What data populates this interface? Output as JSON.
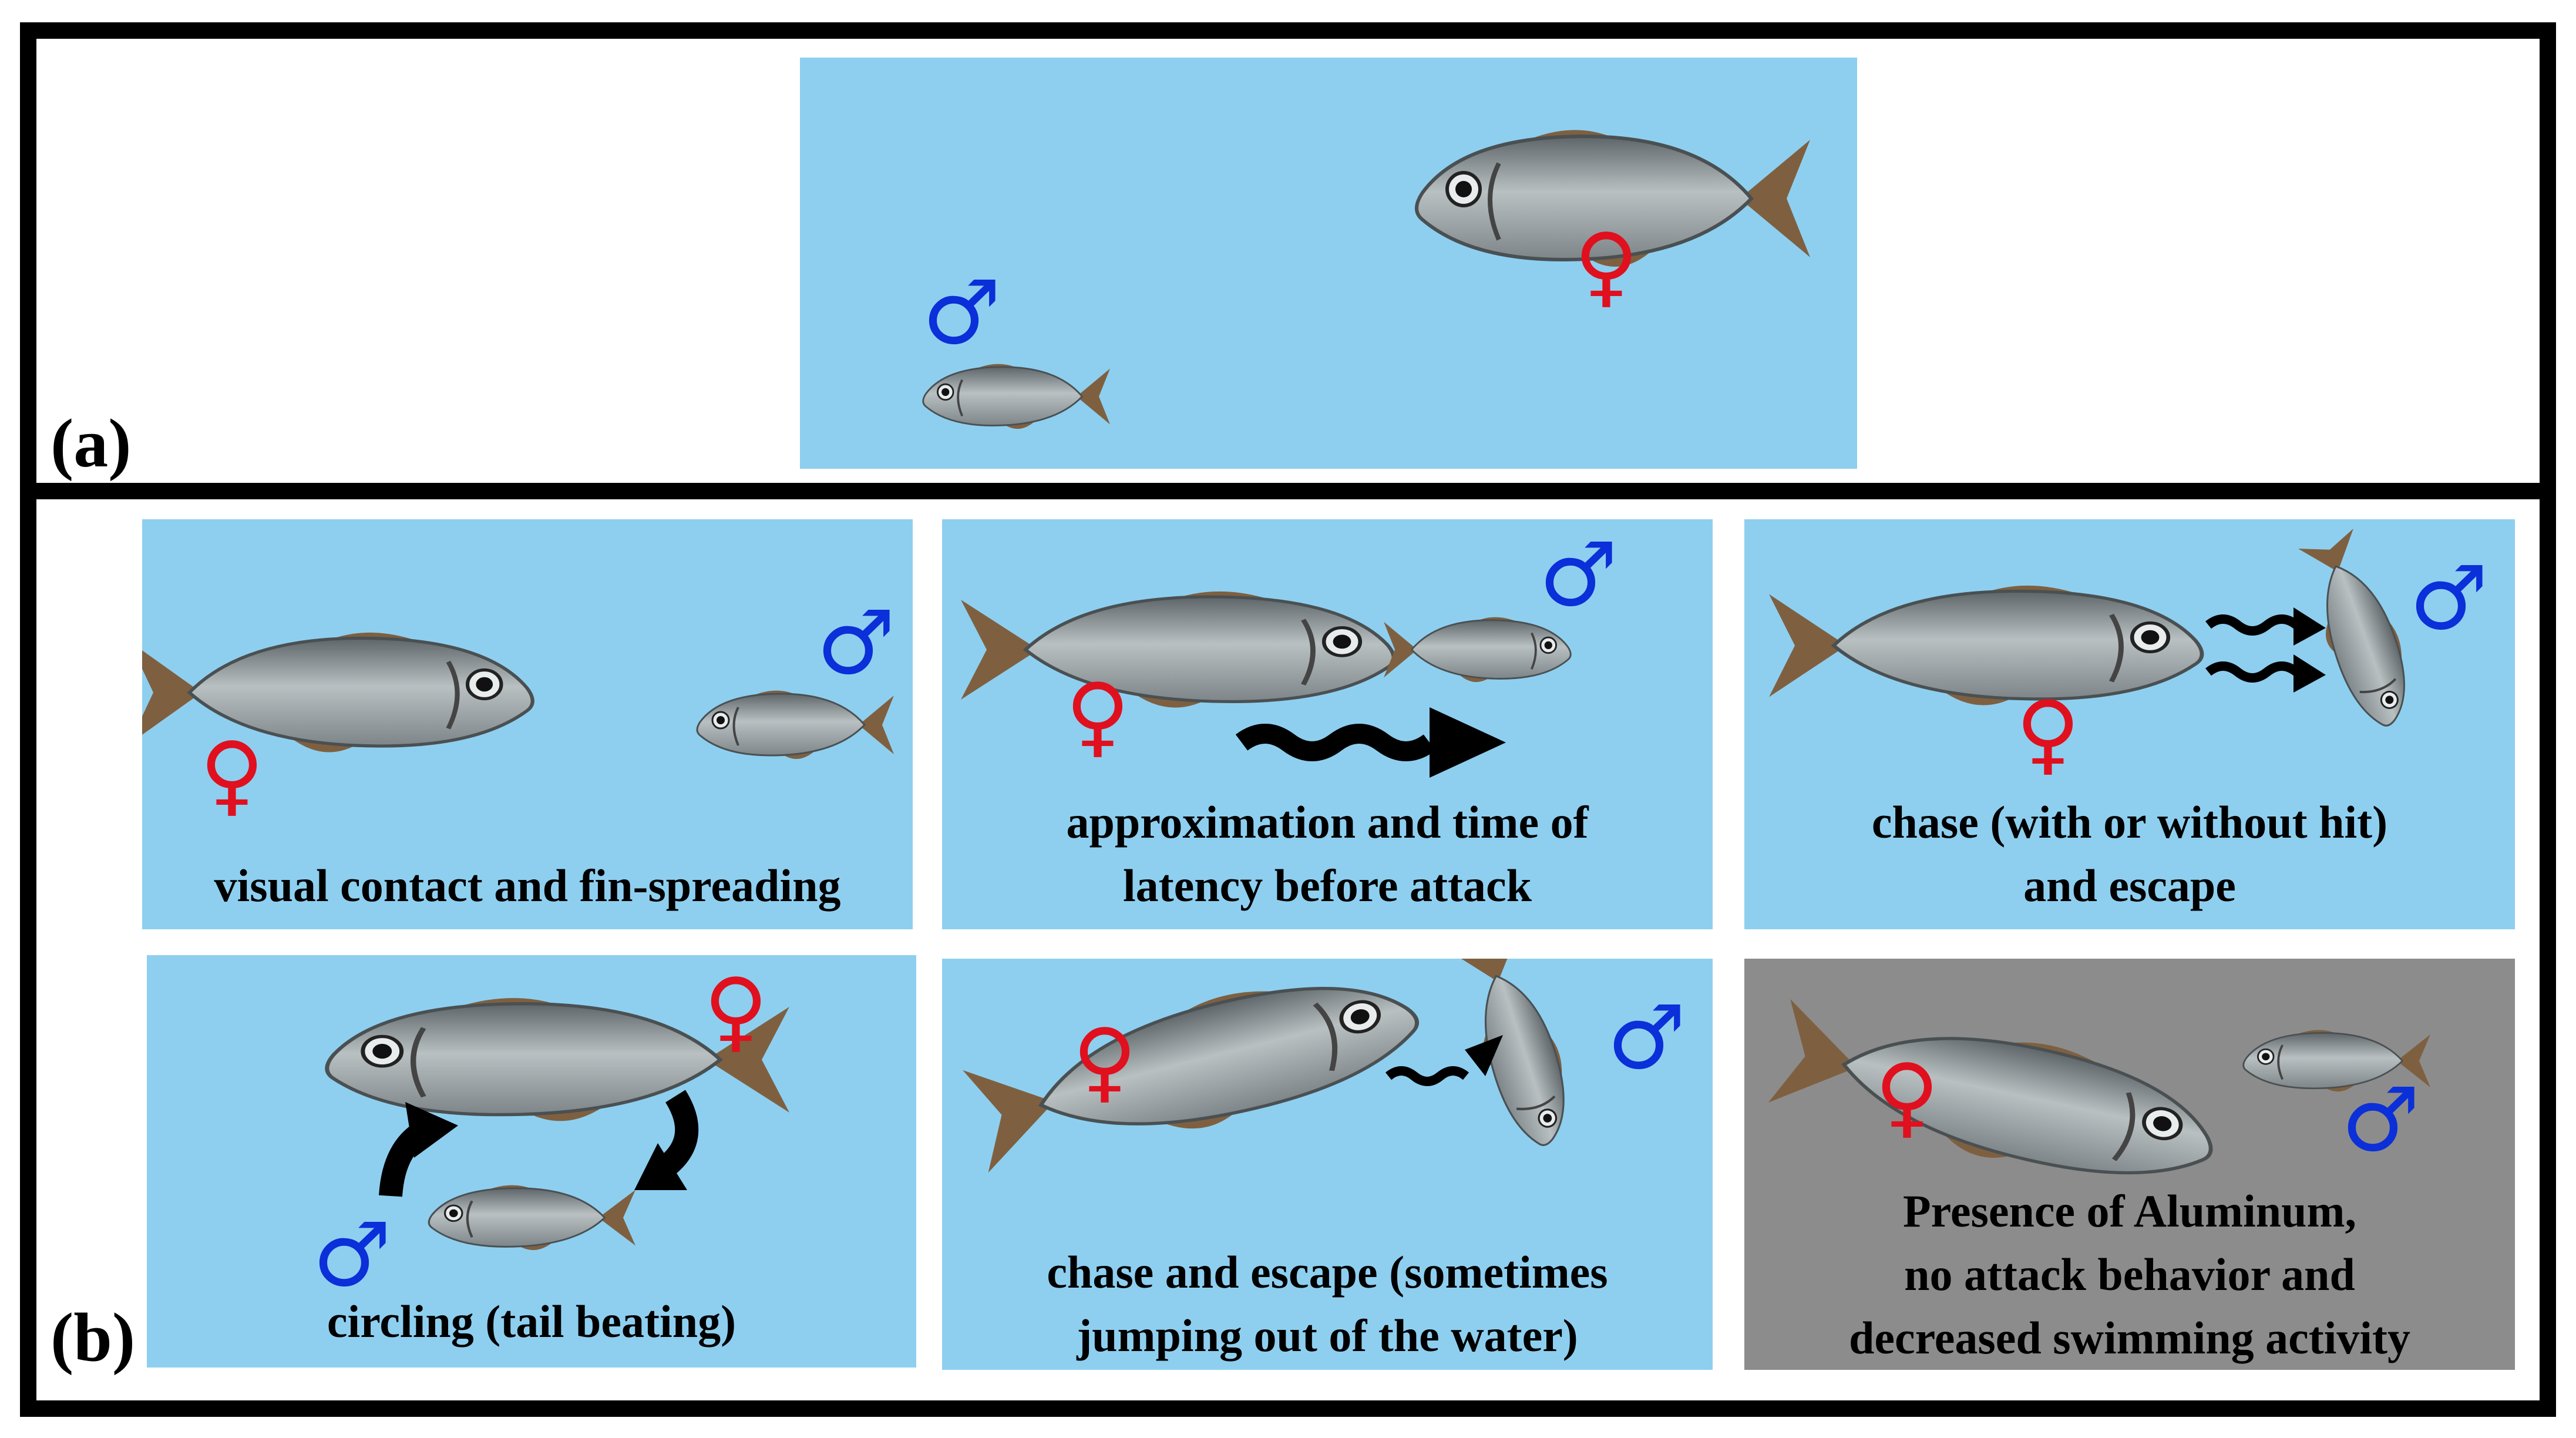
{
  "colors": {
    "water": "#8ecff0",
    "aluminum": "#8c8c8c",
    "male": "#0b2fd8",
    "female": "#e0101e",
    "fish_body": "#9aa3a6",
    "fish_fin": "#8a6a45",
    "arrow": "#000000"
  },
  "symbols": {
    "male": "♂",
    "female": "♀"
  },
  "labels": {
    "a": "(a)",
    "b": "(b)"
  },
  "panels": [
    {
      "id": "p1",
      "lines": [
        "visual contact and fin-spreading"
      ]
    },
    {
      "id": "p2",
      "lines": [
        "approximation and time of",
        "latency before attack"
      ]
    },
    {
      "id": "p3",
      "lines": [
        "chase (with or without hit)",
        "and escape"
      ]
    },
    {
      "id": "p4",
      "lines": [
        "circling (tail beating)"
      ]
    },
    {
      "id": "p5",
      "lines": [
        "chase and escape (sometimes",
        "jumping out of the water)"
      ]
    },
    {
      "id": "p6",
      "lines": [
        "Presence of Aluminum,",
        "no attack behavior and",
        "decreased swimming activity"
      ]
    }
  ]
}
